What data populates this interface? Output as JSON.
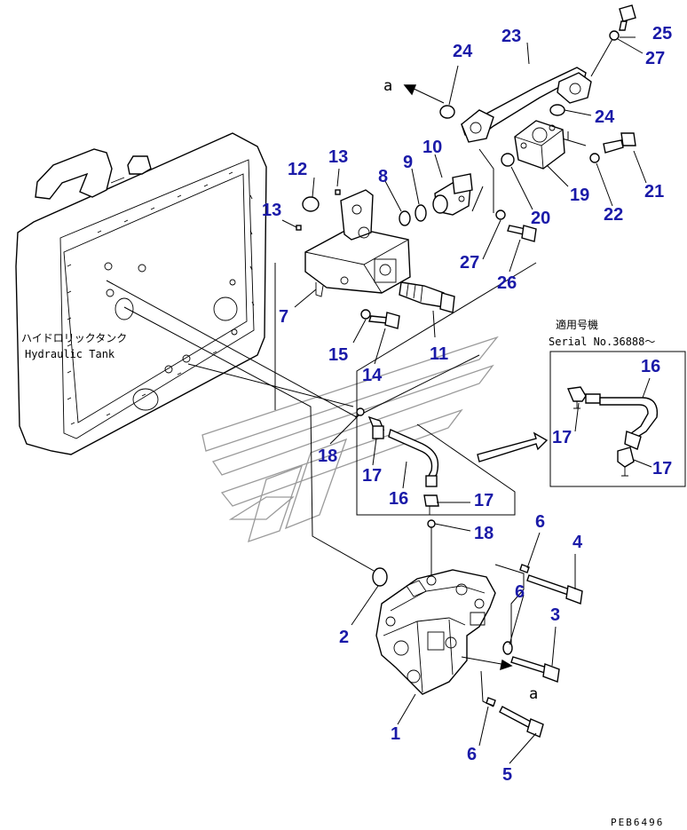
{
  "tank_label_jp": "ハイドロリックタンク",
  "tank_label_en": "Hydraulic Tank",
  "serial_label_jp": "適用号機",
  "serial_label_en": "Serial No.36888～",
  "view_marker_top": "a",
  "view_marker_bottom": "a",
  "drawing_code": "PEB6496",
  "callouts": {
    "n1": "1",
    "n2": "2",
    "n3": "3",
    "n4": "4",
    "n5": "5",
    "n6a": "6",
    "n6b": "6",
    "n6c": "6",
    "n7": "7",
    "n8": "8",
    "n9": "9",
    "n10": "10",
    "n11": "11",
    "n12": "12",
    "n13a": "13",
    "n13b": "13",
    "n14": "14",
    "n15": "15",
    "n16a": "16",
    "n16b": "16",
    "n17a": "17",
    "n17b": "17",
    "n17c": "17",
    "n17d": "17",
    "n18a": "18",
    "n18b": "18",
    "n19": "19",
    "n20": "20",
    "n21": "21",
    "n22": "22",
    "n23": "23",
    "n24a": "24",
    "n24b": "24",
    "n25": "25",
    "n26": "26",
    "n27a": "27",
    "n27b": "27"
  }
}
